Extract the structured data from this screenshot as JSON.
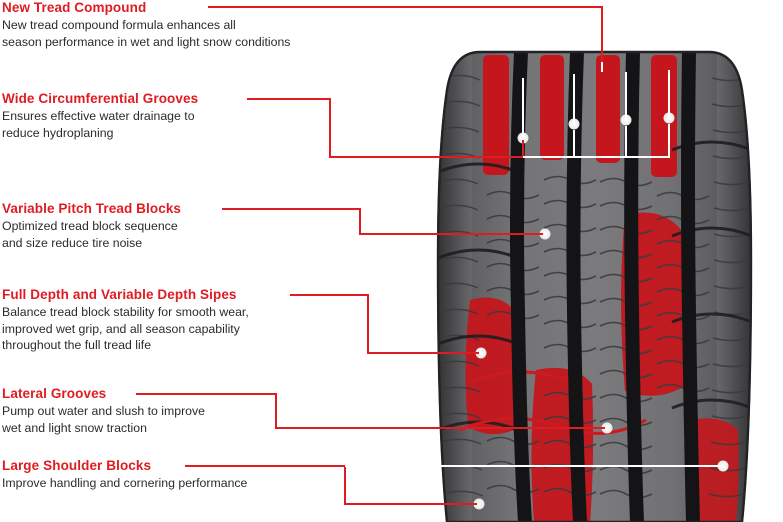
{
  "diagram": {
    "subject": "tire-tread-pattern",
    "accent_color": "#e01b22",
    "text_color": "#2b2b2b",
    "tire_colors": {
      "tread_dark": "#4a4a4c",
      "tread_mid": "#5c5c5e",
      "tread_light": "#6e6e70",
      "groove_black": "#1a1a1a",
      "highlight_red": "#cc1b20",
      "outline": "#2a2a2c"
    }
  },
  "callouts": [
    {
      "id": "new-tread-compound",
      "title": "New Tread Compound",
      "desc": "New tread compound formula enhances all\nseason performance in wet and light snow conditions"
    },
    {
      "id": "wide-circumferential-grooves",
      "title": "Wide Circumferential Grooves",
      "desc": "Ensures effective water drainage to\nreduce hydroplaning"
    },
    {
      "id": "variable-pitch-tread-blocks",
      "title": "Variable Pitch Tread Blocks",
      "desc": "Optimized tread block sequence\nand size reduce tire noise"
    },
    {
      "id": "full-depth-and-variable-depth-sipes",
      "title": "Full Depth and Variable Depth Sipes",
      "desc": "Balance tread block stability for smooth wear,\nimproved wet grip, and all season capability\nthroughout the full tread life"
    },
    {
      "id": "lateral-grooves",
      "title": "Lateral Grooves",
      "desc": "Pump out water and slush to improve\nwet and light snow traction"
    },
    {
      "id": "large-shoulder-blocks",
      "title": "Large Shoulder Blocks",
      "desc": "Improve handling and cornering performance"
    }
  ]
}
